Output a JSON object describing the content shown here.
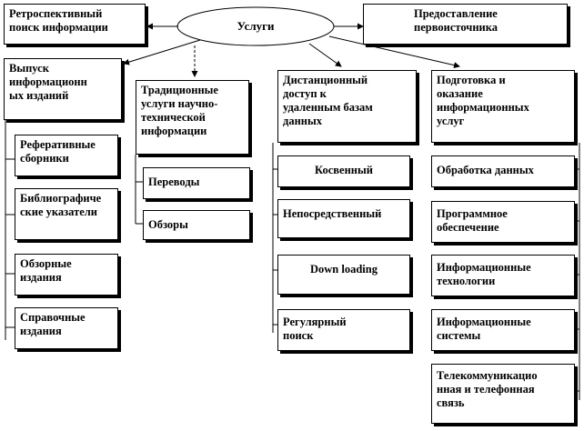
{
  "root": {
    "label": "Услуги"
  },
  "top_left": {
    "label": "Ретроспективный\nпоиск информации"
  },
  "top_right": {
    "label": "Предоставление\nпервоисточника"
  },
  "columns": [
    {
      "title": "Выпуск\nинформационн\nых изданий",
      "items": [
        "Реферативные\nсборники",
        "Библиографиче\nские указатели",
        "Обзорные\nиздания",
        "Справочные\nиздания"
      ]
    },
    {
      "title": "Традиционные\nуслуги научно-\nтехнической\nинформации",
      "items": [
        "Переводы",
        "Обзоры"
      ]
    },
    {
      "title": "Дистанционный\nдоступ к\nудаленным базам\nданных",
      "items": [
        "Косвенный",
        "Непосредственный",
        "Down loading",
        "Регулярный\nпоиск"
      ]
    },
    {
      "title": "Подготовка и\nоказание\nинформационных\nуслуг",
      "items": [
        "Обработка данных",
        "Программное\nобеспечение",
        "Информационные\nтехнологии",
        "Информационные\nсистемы",
        "Телекоммуникацио\nнная и телефонная\nсвязь"
      ]
    }
  ]
}
